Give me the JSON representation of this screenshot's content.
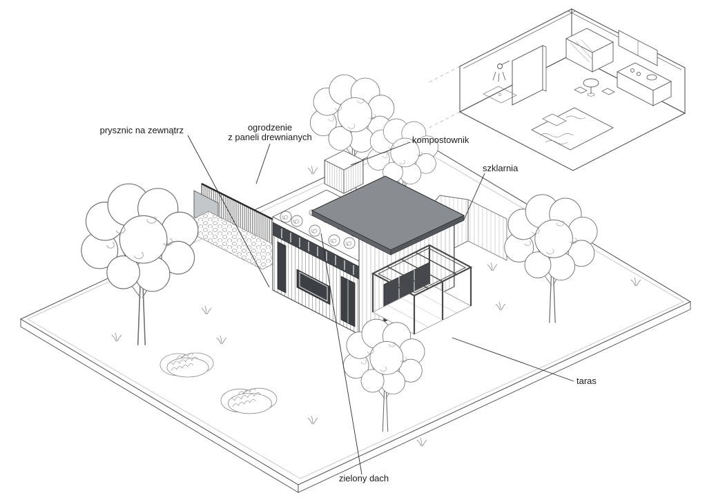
{
  "diagram": {
    "labels": {
      "outdoor_shower": "prysznic na zewnątrz",
      "fence_line1": "ogrodzenie",
      "fence_line2": "z paneli drewnianych",
      "composter": "kompostownik",
      "greenhouse": "szklarnia",
      "terrace": "taras",
      "green_roof": "zielony dach"
    },
    "col<!-- -->ors": {
      "background": "#ffffff",
      "line_dark": "#2f2f2f",
      "line_mid": "#6e6e6e",
      "line_light": "#9a9a9a",
      "roof_fill": "#898d91",
      "glass_fill": "#44484c",
      "screen_fill": "#c4c7c9"
    }
  }
}
